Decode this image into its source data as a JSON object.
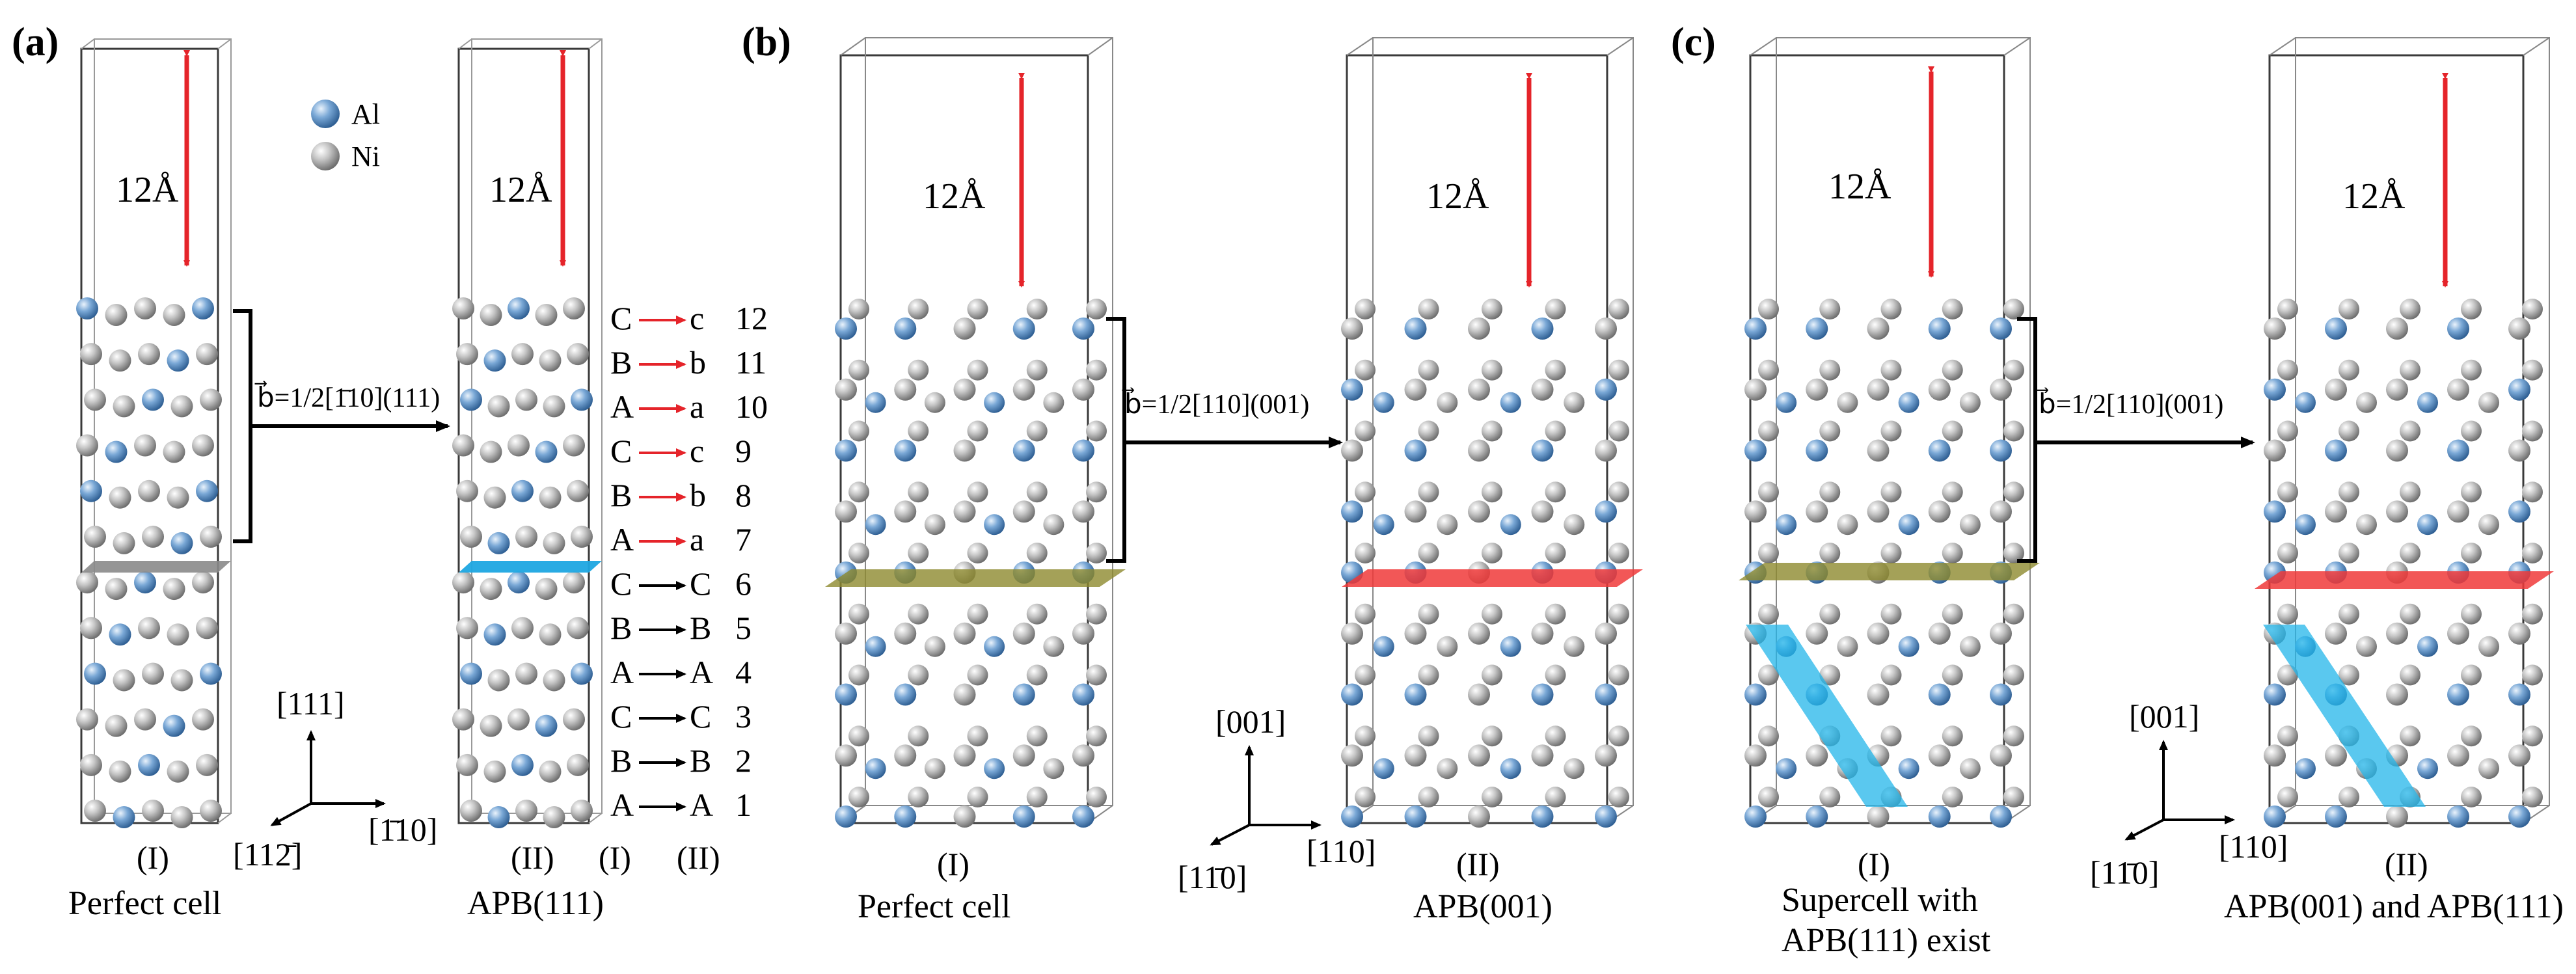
{
  "panels": [
    {
      "label": "(a)",
      "cells": [
        {
          "roman": "(I)",
          "caption": [
            "Perfect cell"
          ],
          "distance": "12Å"
        },
        {
          "roman": "(II)",
          "caption": [
            "APB(111)"
          ],
          "distance": "12Å"
        }
      ],
      "burgers": "b⃗=1/2[1̄10](111)",
      "axes": {
        "up": "[111]",
        "right": "[1̄10]",
        "left": "[112̄]"
      },
      "stacking": {
        "col_left_header": "(I)",
        "col_right_header": "(II)",
        "rows": [
          {
            "from": "C",
            "to": "c",
            "n": "12",
            "shifted": true
          },
          {
            "from": "B",
            "to": "b",
            "n": "11",
            "shifted": true
          },
          {
            "from": "A",
            "to": "a",
            "n": "10",
            "shifted": true
          },
          {
            "from": "C",
            "to": "c",
            "n": "9",
            "shifted": true
          },
          {
            "from": "B",
            "to": "b",
            "n": "8",
            "shifted": true
          },
          {
            "from": "A",
            "to": "a",
            "n": "7",
            "shifted": true
          },
          {
            "from": "C",
            "to": "C",
            "n": "6",
            "shifted": false
          },
          {
            "from": "B",
            "to": "B",
            "n": "5",
            "shifted": false
          },
          {
            "from": "A",
            "to": "A",
            "n": "4",
            "shifted": false
          },
          {
            "from": "C",
            "to": "C",
            "n": "3",
            "shifted": false
          },
          {
            "from": "B",
            "to": "B",
            "n": "2",
            "shifted": false
          },
          {
            "from": "A",
            "to": "A",
            "n": "1",
            "shifted": false
          }
        ]
      }
    },
    {
      "label": "(b)",
      "cells": [
        {
          "roman": "(I)",
          "caption": [
            "Perfect cell"
          ],
          "distance": "12Å"
        },
        {
          "roman": "(II)",
          "caption": [
            "APB(001)"
          ],
          "distance": "12Å"
        }
      ],
      "burgers": "b⃗=1/2[110](001)",
      "axes": {
        "up": "[001]",
        "right": "[110]",
        "left": "[11̄0]"
      }
    },
    {
      "label": "(c)",
      "cells": [
        {
          "roman": "(I)",
          "caption": [
            "Supercell with",
            "APB(111) exist"
          ],
          "distance": "12Å"
        },
        {
          "roman": "(II)",
          "caption": [
            "APB(001) and APB(111)"
          ],
          "distance": "12Å"
        }
      ],
      "burgers": "b⃗=1/2[110](001)",
      "axes": {
        "up": "[001]",
        "right": "[110]",
        "left": "[11̄0]"
      }
    }
  ],
  "legend": [
    {
      "name": "Al",
      "color": "#5b8fc7"
    },
    {
      "name": "Ni",
      "color": "#a9a9a9"
    }
  ],
  "colors": {
    "distance_arrow": "#e5242a",
    "shift_arrow": "#e5242a",
    "plane_gray": "#8a8a8a",
    "plane_blue": "#1ea7e1",
    "plane_olive": "#8d8a2e",
    "plane_red": "#f03a3a",
    "apb111_blue": "#23b5ea"
  }
}
